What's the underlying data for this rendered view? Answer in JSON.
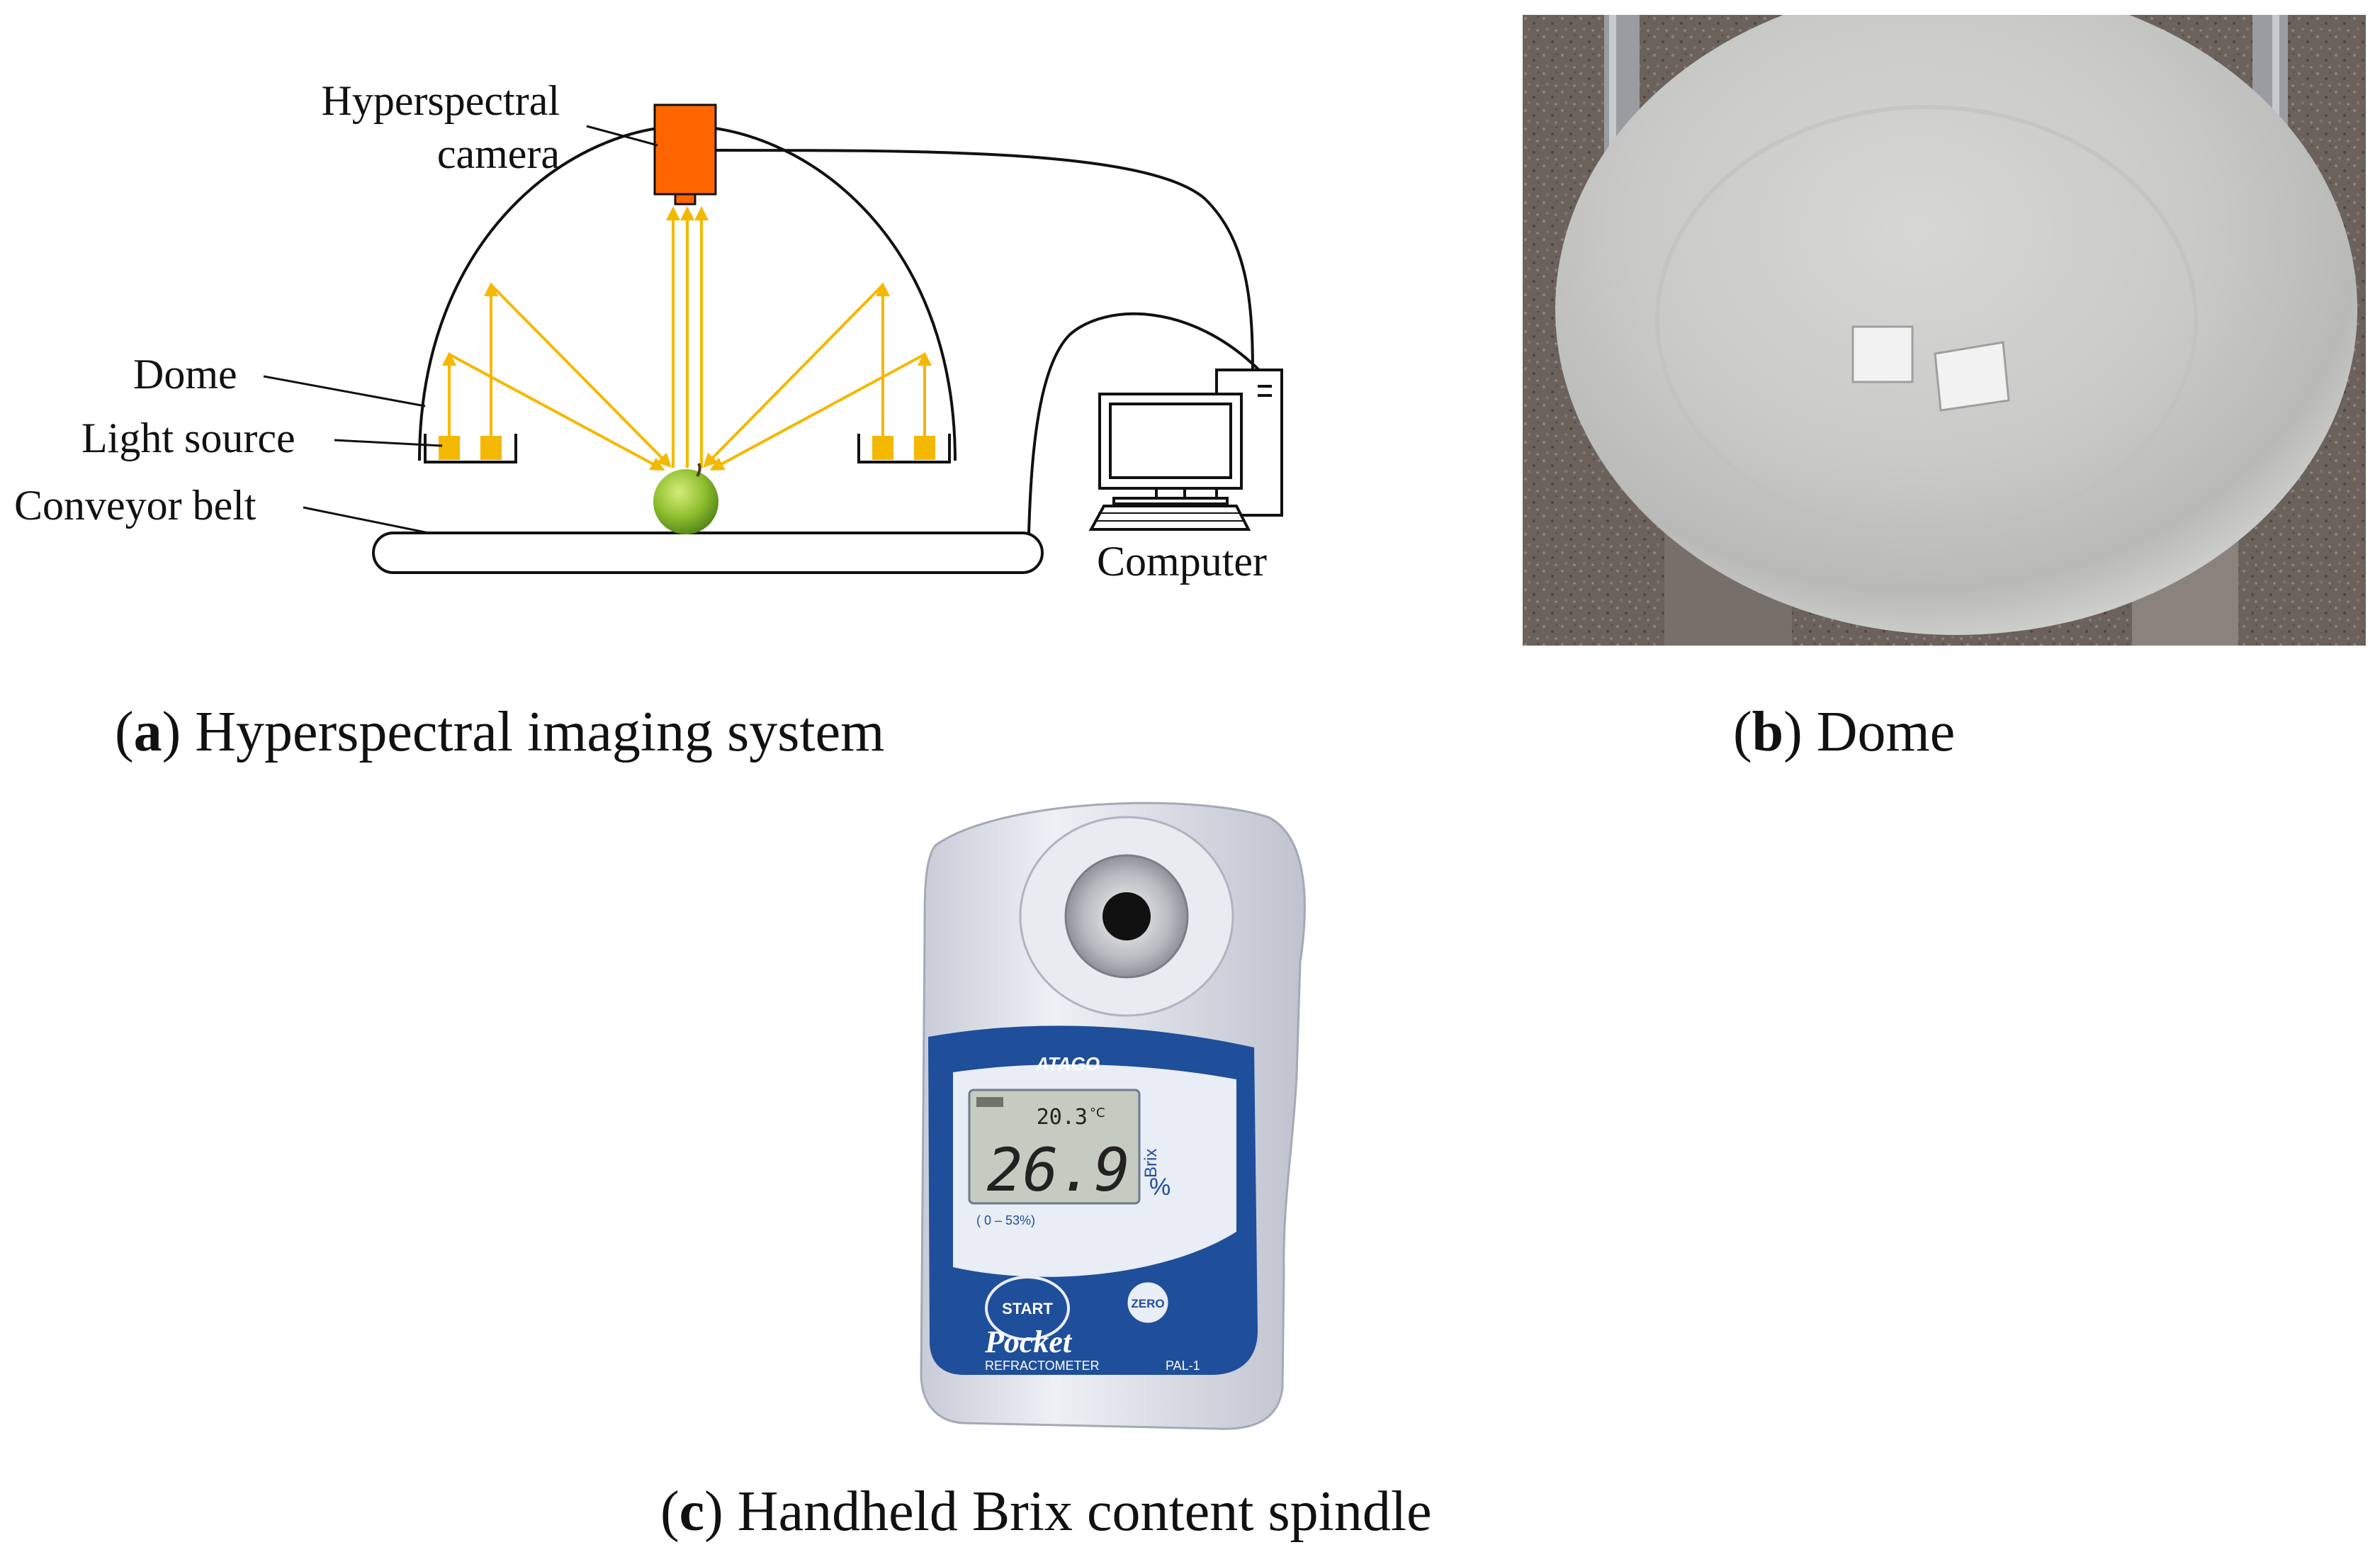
{
  "panel_a": {
    "labels": {
      "camera_line1": "Hyperspectral",
      "camera_line2": "camera",
      "dome": "Dome",
      "light_source": "Light source",
      "conveyor_belt": "Conveyor belt",
      "computer": "Computer"
    },
    "colors": {
      "camera": "#ff6600",
      "light": "#f5b800",
      "rays": "#f5b800",
      "apple": "#8fbf2f"
    }
  },
  "captions": {
    "a": {
      "letter": "a",
      "text": "Hyperspectral imaging system"
    },
    "b": {
      "letter": "b",
      "text": "Dome"
    },
    "c": {
      "letter": "c",
      "text": "Handheld Brix content spindle"
    }
  },
  "panel_c": {
    "brand": "ATAGO",
    "lcd_temperature": "20.3",
    "lcd_temperature_unit": "°C",
    "lcd_value": "26.9",
    "unit_line1": "Brix",
    "unit_line2": "%",
    "range": "( 0 – 53%)",
    "start_button": "START",
    "zero_button": "ZERO",
    "product_name": "Pocket",
    "product_type": "REFRACTOMETER",
    "model": "PAL-1",
    "colors": {
      "body": "#e3e6ef",
      "panel": "#1f4e9a",
      "lcd": "#c5cbc0"
    }
  }
}
